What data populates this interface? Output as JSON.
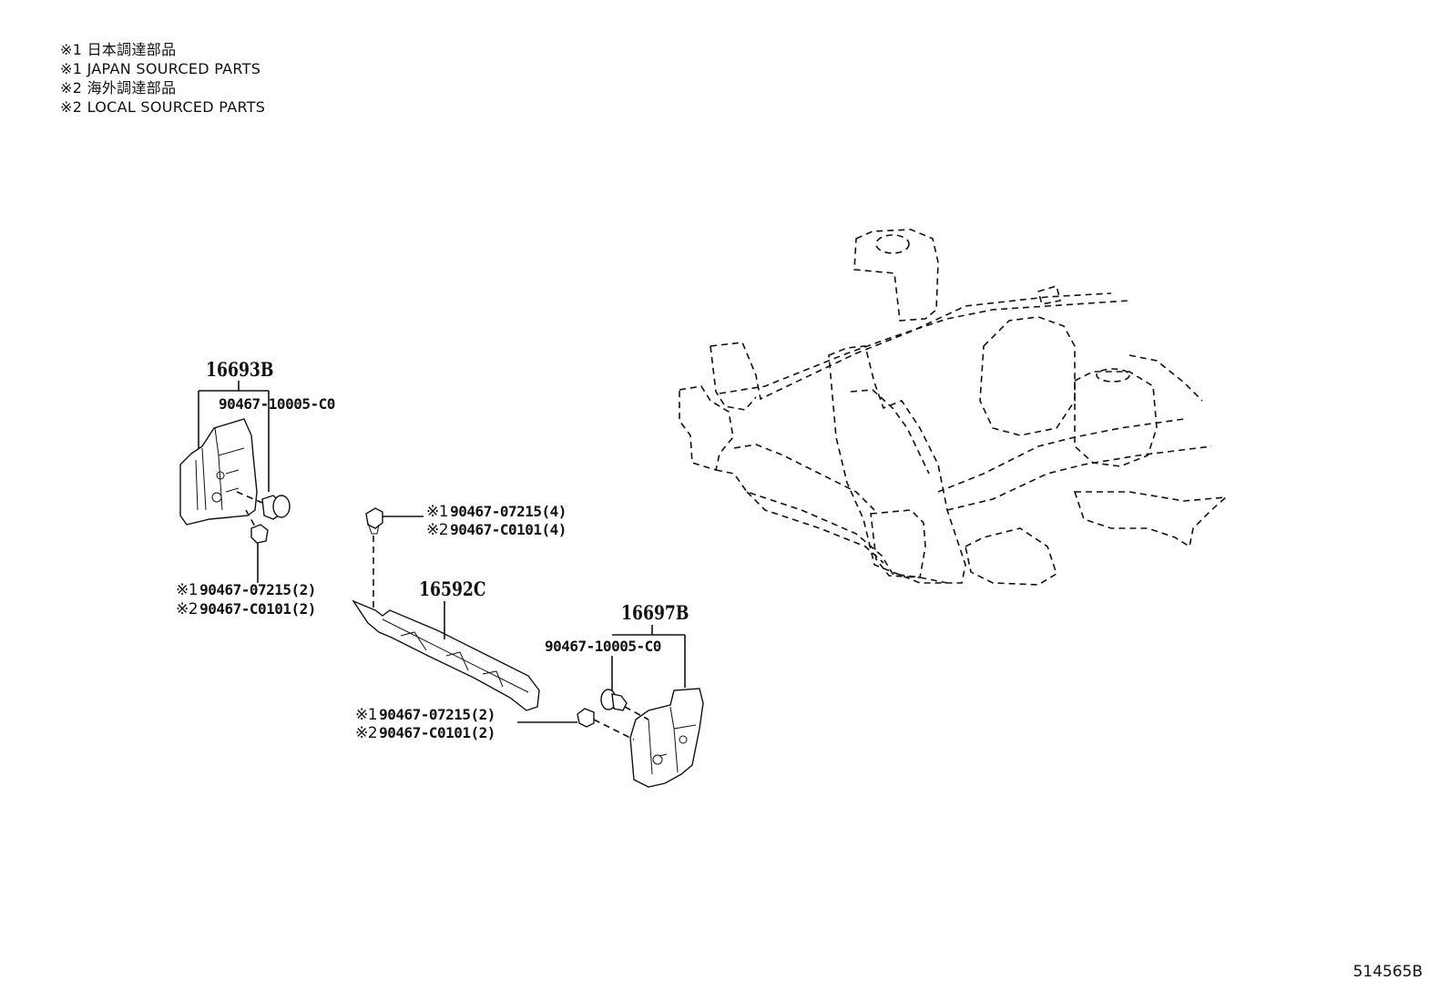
{
  "legend": [
    "※1 日本調達部品",
    "※1 JAPAN SOURCED PARTS",
    "※2 海外調達部品",
    "※2 LOCAL SOURCED PARTS"
  ],
  "parts": {
    "bracket_left": "16693B",
    "clip_left_top": "90467-10005-C0",
    "clip_left_bottom_1_mark": "※1",
    "clip_left_bottom_1": "90467-07215(2)",
    "clip_left_bottom_2_mark": "※2",
    "clip_left_bottom_2": "90467-C0101(2)",
    "clip_center_1_mark": "※1",
    "clip_center_1": "90467-07215(4)",
    "clip_center_2_mark": "※2",
    "clip_center_2": "90467-C0101(4)",
    "strip_center": "16592C",
    "bracket_right": "16697B",
    "clip_right_top": "90467-10005-C0",
    "clip_right_bottom_1_mark": "※1",
    "clip_right_bottom_1": "90467-07215(2)",
    "clip_right_bottom_2_mark": "※2",
    "clip_right_bottom_2": "90467-C0101(2)"
  },
  "illustration_number": "514565B"
}
